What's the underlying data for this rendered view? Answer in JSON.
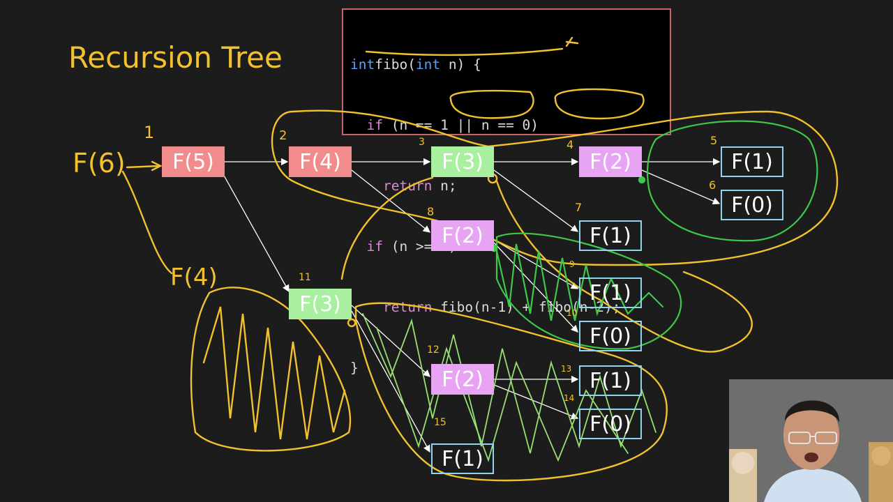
{
  "title": "Recursion Tree",
  "code": {
    "lines": [
      [
        "int",
        "fibo(",
        "int",
        " n) {"
      ],
      [
        "  ",
        "if",
        " (n == 1 || n == 0)",
        ""
      ],
      [
        "    ",
        "return",
        " n;",
        ""
      ],
      [
        "  ",
        "if",
        " (n >= 2)",
        ""
      ],
      [
        "    ",
        "return",
        " fibo(n-1) + fibo(n-2);",
        ""
      ],
      [
        "}",
        "",
        "",
        ""
      ]
    ]
  },
  "nodes": {
    "f5": "F(5)",
    "f4": "F(4)",
    "f3a": "F(3)",
    "f2a": "F(2)",
    "f1a": "F(1)",
    "f0a": "F(0)",
    "f1b": "F(1)",
    "f2b": "F(2)",
    "f1c": "F(1)",
    "f0b": "F(0)",
    "f3b": "F(3)",
    "f2c": "F(2)",
    "f1d": "F(1)",
    "f0c": "F(0)",
    "f1e": "F(1)"
  },
  "annotations": {
    "f6_label": "F(6)",
    "f4_label": "F(4)",
    "order": [
      "1",
      "2",
      "3",
      "4",
      "5",
      "6",
      "7",
      "8",
      "9",
      "10",
      "11",
      "12",
      "13",
      "14",
      "15"
    ]
  },
  "colors": {
    "pink": "#f28b8b",
    "green": "#a8f0a0",
    "purple": "#e6a4f2",
    "leaf_border": "#8fd4f0",
    "annotation": "#f2c12e",
    "scribble_green": "#3ec84a"
  }
}
